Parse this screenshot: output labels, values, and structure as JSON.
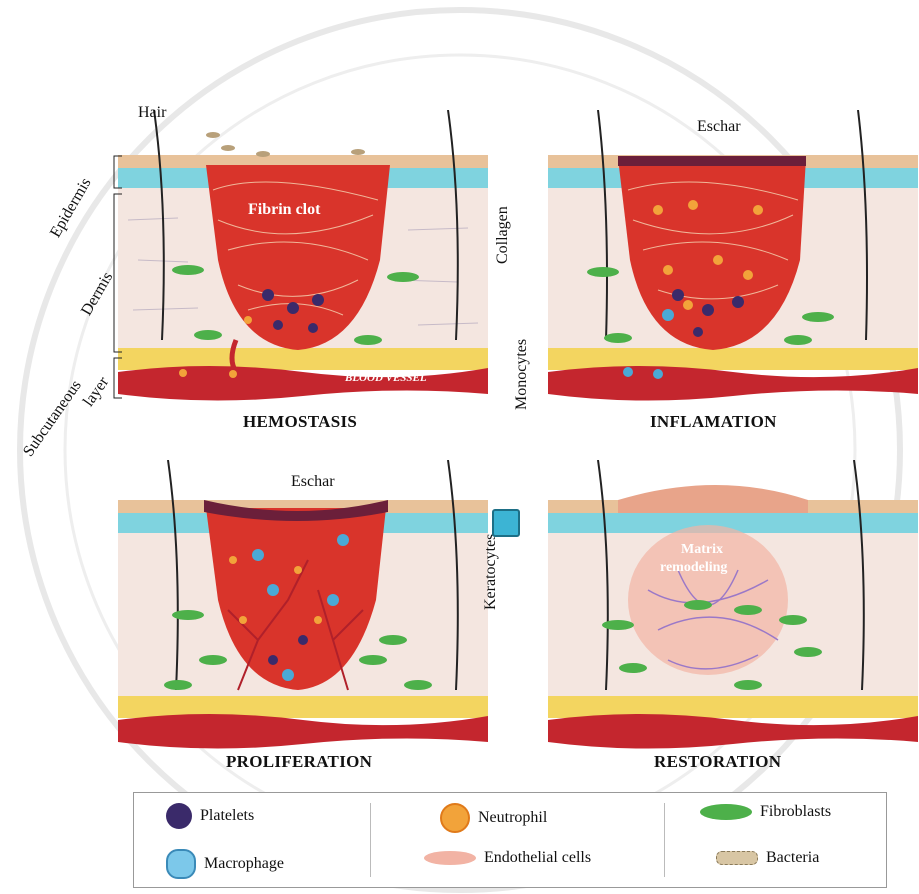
{
  "panels": [
    {
      "title": "HEMOSTASIS"
    },
    {
      "title": "INFLAMATION"
    },
    {
      "title": "PROLIFERATION"
    },
    {
      "title": "RESTORATION"
    }
  ],
  "labels": {
    "hair": "Hair",
    "epidermis": "Epidermis",
    "dermis": "Dermis",
    "subcutaneous": "Subcutaneous",
    "layer": "layer",
    "fibrin_clot": "Fibrin clot",
    "blood_vessel": "BLOOD VESSEL",
    "collagen": "Collagen",
    "monocytes": "Monocytes",
    "eschar_top": "Eschar",
    "eschar_bottom": "Eschar",
    "keratocytes": "Keratocytes",
    "matrix_line1": "Matrix",
    "matrix_line2": "remodeling"
  },
  "legend": {
    "platelets": "Platelets",
    "macrophage": "Macrophage",
    "neutrophil": "Neutrophil",
    "endothelial": "Endothelial cells",
    "fibroblasts": "Fibroblasts",
    "bacteria": "Bacteria"
  },
  "colors": {
    "epidermis": "#e8c29a",
    "blue_layer": "#7fd3df",
    "dermis": "#f4e6e0",
    "clot": "#d9342b",
    "vessel": "#c4262e",
    "fat": "#f3d560",
    "fibroblast": "#4db04a",
    "eschar": "#6b1f3a"
  }
}
